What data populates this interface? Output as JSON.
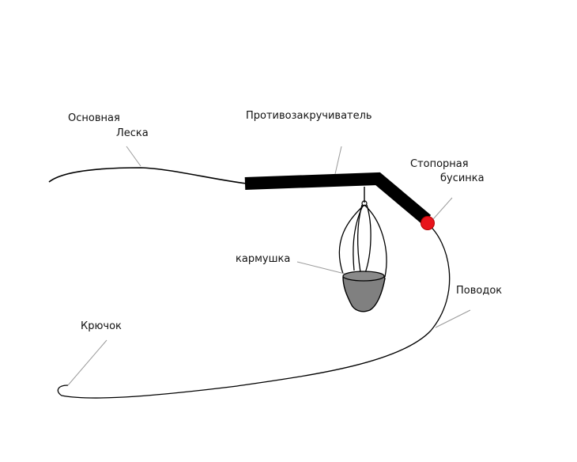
{
  "labels": {
    "main_line_1": "Основная",
    "main_line_2": "Леска",
    "swivel": "Противозакручиватель",
    "stopper_1": "Стопорная",
    "stopper_2": "бусинка",
    "feeder": "кармушка",
    "leader": "Поводок",
    "hook": "Крючок"
  },
  "colors": {
    "line": "#000000",
    "pointer": "#9a9a9a",
    "feeder_fill": "#808080",
    "bead": "#e8141c"
  }
}
